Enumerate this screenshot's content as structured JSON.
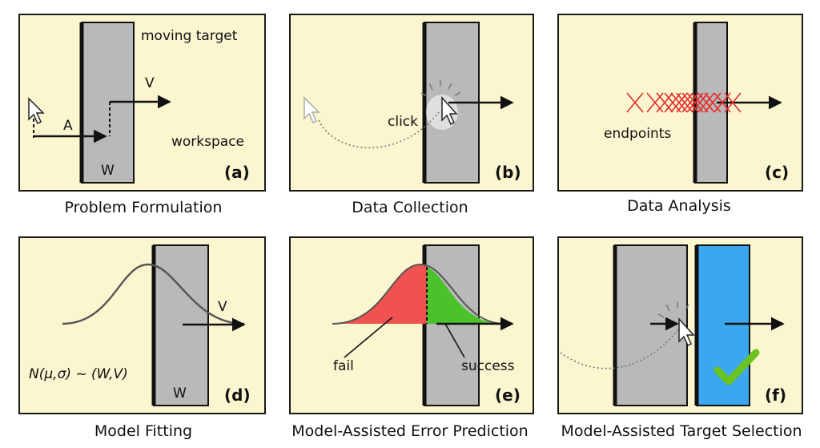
{
  "panels": {
    "a": {
      "letter": "(a)",
      "caption": "Problem Formulation",
      "moving_target": "moving target",
      "v_label": "V",
      "a_label": "A",
      "w_label": "W",
      "workspace": "workspace"
    },
    "b": {
      "letter": "(b)",
      "caption": "Data Collection",
      "click_label": "click"
    },
    "c": {
      "letter": "(c)",
      "caption": "Data Analysis",
      "endpoints_label": "endpoints"
    },
    "d": {
      "letter": "(d)",
      "caption": "Model Fitting",
      "v_label": "V",
      "w_label": "W",
      "formula": "N(μ,σ) ~ (W,V)"
    },
    "e": {
      "letter": "(e)",
      "caption": "Model-Assisted Error Prediction",
      "fail_label": "fail",
      "success_label": "success"
    },
    "f": {
      "letter": "(f)",
      "caption": "Model-Assisted Target Selection"
    }
  },
  "colors": {
    "panel_background": "#fbf6cf",
    "target_gray": "#b9b9b9",
    "target_blue": "#3aa7ee",
    "fail_red": "#f0524f",
    "success_green": "#4cc22a",
    "endpoints_red": "#e52b2b",
    "checkmark_green": "#6cc21f"
  },
  "icons": [
    "mouse-cursor-icon",
    "click-burst-icon",
    "checkmark-icon"
  ]
}
